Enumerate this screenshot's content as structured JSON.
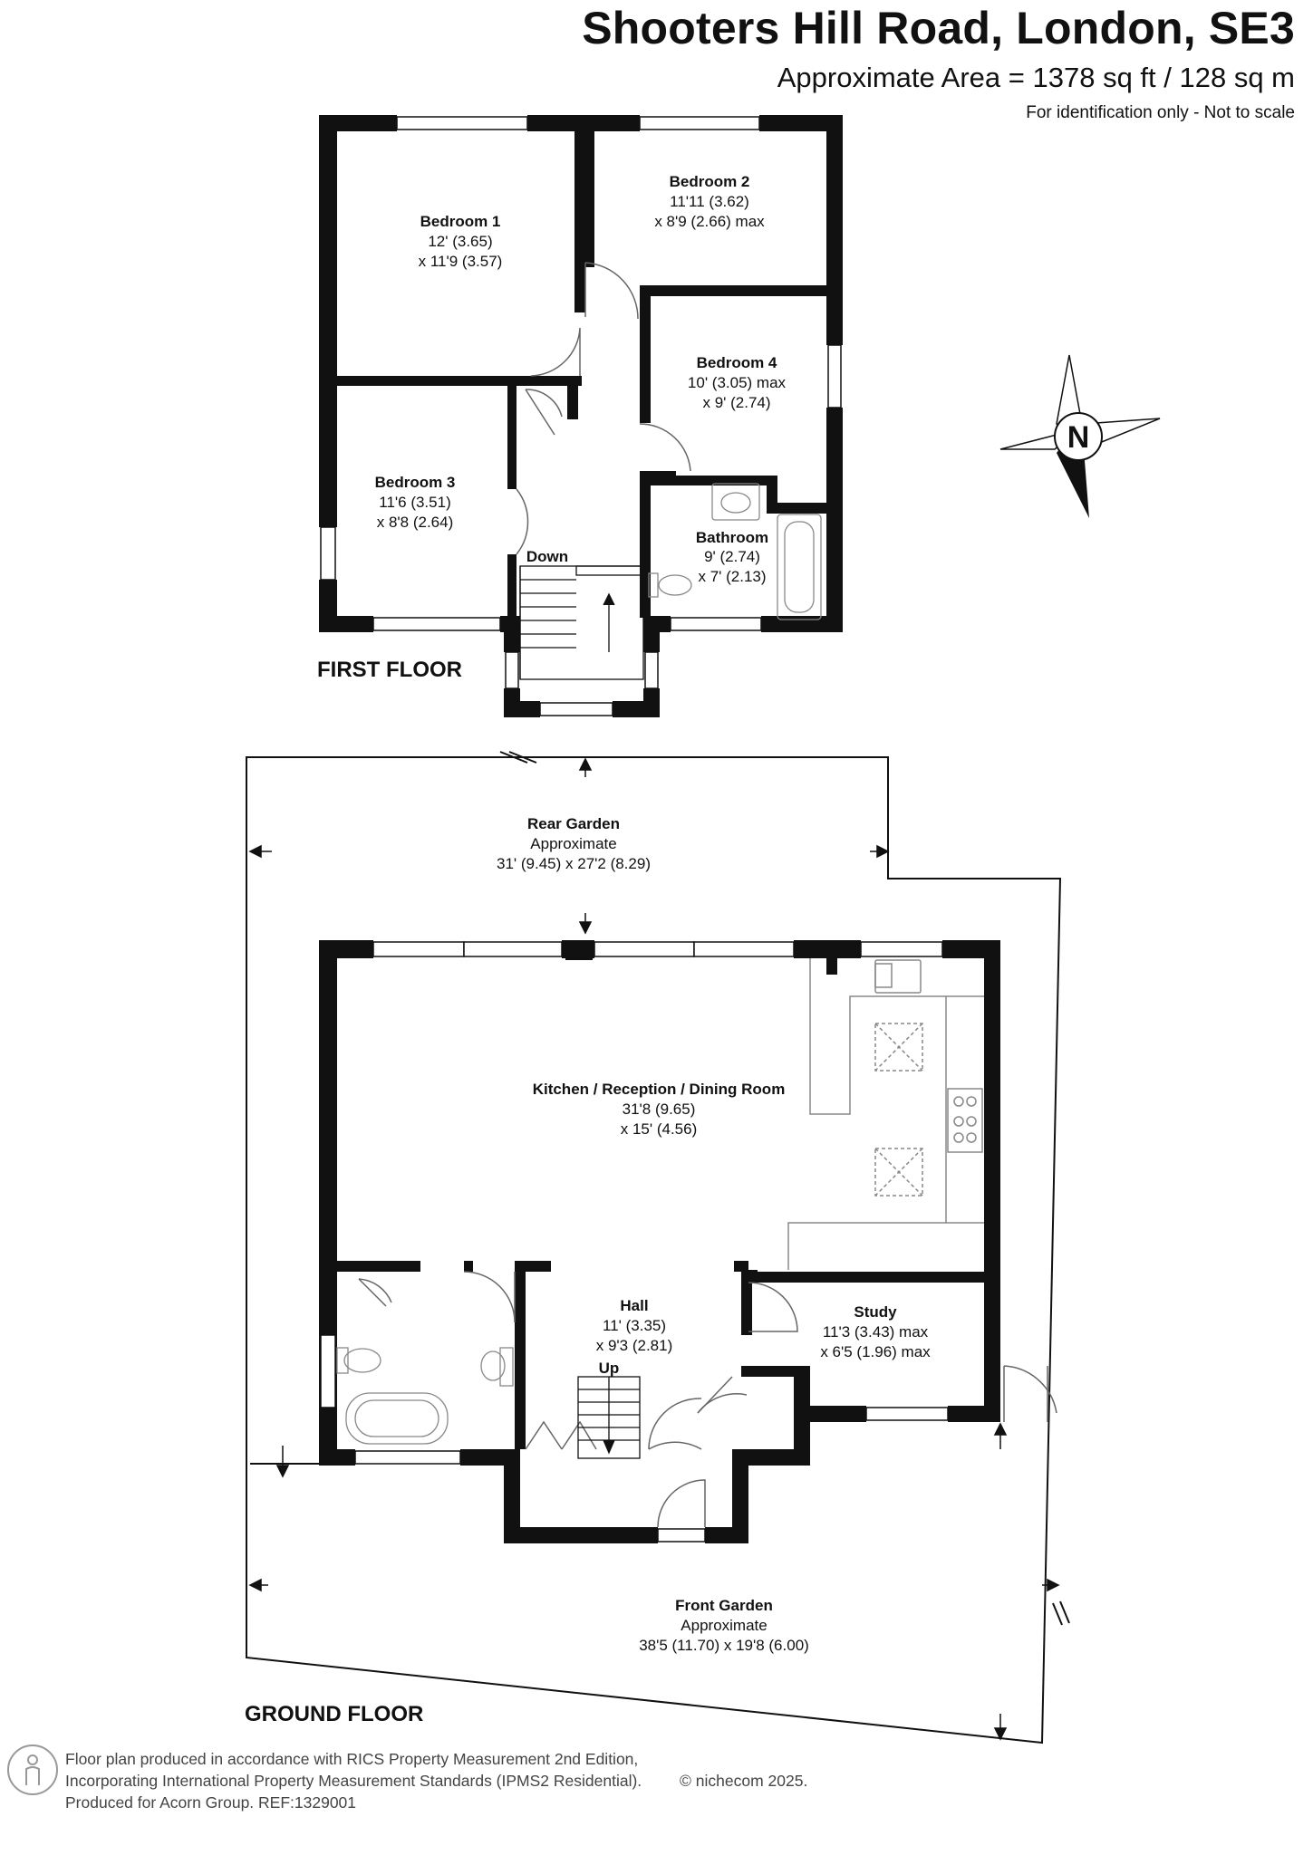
{
  "header": {
    "title": "Shooters Hill Road, London, SE3",
    "area": "Approximate Area = 1378 sq ft / 128 sq m",
    "note": "For identification only - Not to scale"
  },
  "floors": {
    "first": "FIRST FLOOR",
    "ground": "GROUND FLOOR"
  },
  "rooms": {
    "bedroom1": {
      "name": "Bedroom 1",
      "d1": "12' (3.65)",
      "d2": "x 11'9 (3.57)"
    },
    "bedroom2": {
      "name": "Bedroom 2",
      "d1": "11'11 (3.62)",
      "d2": "x 8'9 (2.66) max"
    },
    "bedroom3": {
      "name": "Bedroom 3",
      "d1": "11'6 (3.51)",
      "d2": "x 8'8 (2.64)"
    },
    "bedroom4": {
      "name": "Bedroom 4",
      "d1": "10' (3.05) max",
      "d2": "x 9' (2.74)"
    },
    "bathroom": {
      "name": "Bathroom",
      "d1": "9' (2.74)",
      "d2": "x 7' (2.13)"
    },
    "kitchen": {
      "name": "Kitchen / Reception / Dining Room",
      "d1": "31'8 (9.65)",
      "d2": "x 15' (4.56)"
    },
    "hall": {
      "name": "Hall",
      "d1": "11' (3.35)",
      "d2": "x 9'3 (2.81)"
    },
    "study": {
      "name": "Study",
      "d1": "11'3 (3.43) max",
      "d2": "x 6'5 (1.96) max"
    },
    "rear_garden": {
      "name": "Rear Garden",
      "d1": "Approximate",
      "d2": "31' (9.45) x 27'2 (8.29)"
    },
    "front_garden": {
      "name": "Front Garden",
      "d1": "Approximate",
      "d2": "38'5 (11.70) x 19'8 (6.00)"
    }
  },
  "stairs": {
    "down": "Down",
    "up": "Up"
  },
  "compass": "N",
  "footer": {
    "line1": "Floor plan produced in accordance with RICS Property Measurement 2nd Edition,",
    "line2": "Incorporating International Property Measurement Standards (IPMS2 Residential).",
    "credit": "© nichecom 2025.",
    "line3": "Produced for Acorn Group.   REF:1329001"
  },
  "colors": {
    "wall": "#111111",
    "fixture": "#888888",
    "door": "#666666"
  }
}
